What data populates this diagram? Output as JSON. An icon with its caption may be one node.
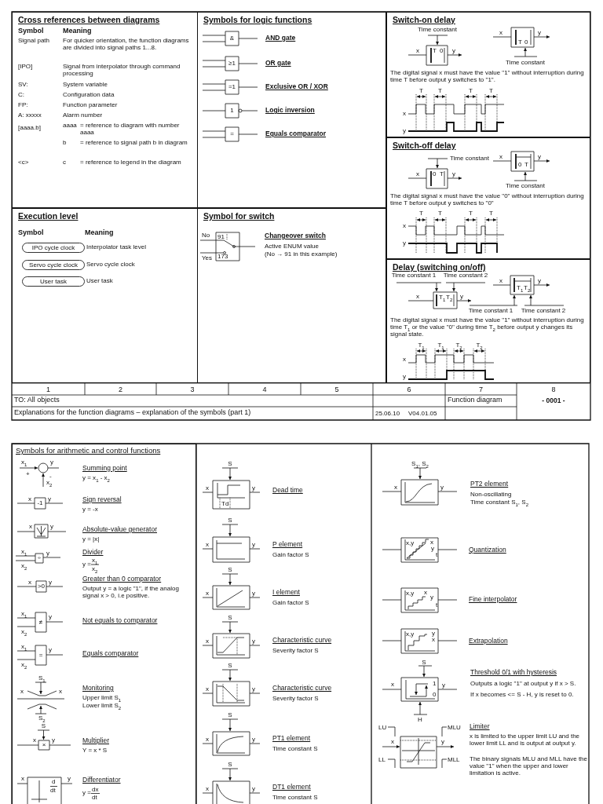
{
  "diagram": {
    "nodes": [
      {
        "text": [
          "Cross references between diagrams"
        ]
      },
      {
        "text": [
          "Symbols for logic functions"
        ]
      },
      {
        "text": [
          "Switch-on delay"
        ]
      },
      {
        "text": [
          "Switch-off delay"
        ]
      },
      {
        "text": [
          "Execution level"
        ]
      },
      {
        "text": [
          "Symbol for switch"
        ]
      },
      {
        "text": [
          "Delay (switching on/off)"
        ]
      },
      {
        "text": [
          "IPO cycle clock"
        ],
        "in": 4
      },
      {
        "text": [
          "Servo cycle clock"
        ],
        "in": 4
      },
      {
        "text": [
          "User task"
        ],
        "in": 4
      },
      {
        "text": [
          "Symbols for arithmetic and control functions"
        ]
      }
    ],
    "labels": [
      "Symbol",
      "Meaning",
      "Signal path",
      "For quicker orientation, the function diagrams are divided into signal paths 1...8.",
      "[IPO]",
      "Signal from interpolator through command processing",
      "SV:",
      "System variable",
      "C:",
      "Configuration data",
      "FP:",
      "Function parameter",
      "A: xxxxx",
      "Alarm number",
      "[aaaa.b]",
      "aaaa",
      "= reference to diagram with number aaaa",
      "b",
      "= reference to signal path b in diagram",
      "<c>",
      "c",
      "= reference to legend in the diagram",
      "&",
      "AND gate",
      "≥1",
      "OR gate",
      "=1",
      "Exclusive OR / XOR",
      "1",
      "Logic inversion",
      "=",
      "Equals comparator",
      "Time constant",
      "x",
      "T",
      "0",
      "y",
      "x",
      "T",
      "0",
      "y",
      "Time constant",
      "The digital signal x must have the value \"1\" without interruption during time T before output y switches to \"1\".",
      "T",
      "T",
      "T",
      "T",
      "x",
      "y",
      "Time constant",
      "x",
      "0",
      "T",
      "y",
      "x",
      "0",
      "T",
      "y",
      "Time constant",
      "The digital signal x must have the value \"0\" without interruption during time T before output y switches to \"0\"",
      "T",
      "T",
      "T",
      "T",
      "x",
      "y",
      "Time constant 1",
      "Time constant 2",
      "x",
      "T$_{1}$",
      "T$_{2}$",
      "y",
      "x",
      "T$_{1}$",
      "T$_{2}$",
      "y",
      "Time constant 1",
      "Time constant 2",
      "The digital signal x must have the value \"1\" without interruption during time T$_{1}$ or the value \"0\" during time T$_{2}$ before output y changes its signal state.",
      "T$_{1}$",
      "T$_{1}$",
      "T$_{2}$",
      "T$_{2}$",
      "x",
      "y",
      "Symbol",
      "Meaning",
      "Interpolator task level",
      "Servo cycle clock",
      "User task",
      "No",
      "91",
      "Yes",
      "173",
      "Changeover switch",
      "Active ENUM value",
      "(No → 91 in this example)",
      "1",
      "2",
      "3",
      "4",
      "5",
      "6",
      "7",
      "8",
      "TO: All objects",
      "Function diagram",
      "- 0001 -",
      "Explanations for the function diagrams – explanation of the symbols (part 1)",
      "25.06.10",
      "V04.01.05",
      "x$_{1}$",
      "y",
      "+",
      "-",
      "x$_{2}$",
      "Summing point",
      "y = x$_{1}$ - x$_{2}$",
      "x",
      "-1",
      "y",
      "Sign reversal",
      "y = -x",
      "x",
      "y",
      "Absolute-value generator",
      "y = |x|",
      "x$_{1}$",
      "÷",
      "y",
      "x$_{2}$",
      "Divider",
      "y =",
      "x$_{1}$",
      "x$_{2}$",
      "Greater than 0 comparator",
      "x",
      ">0",
      "y",
      "Output y = a logic \"1\", if the analog signal x > 0, i.e positive.",
      "x$_{1}$",
      "≠",
      "y",
      "x$_{2}$",
      "Not equals to comparator",
      "x$_{1}$",
      "=",
      "y",
      "x$_{2}$",
      "Equals comparator",
      "S$_{1}$",
      "x",
      "x",
      "S$_{2}$",
      "Monitoring",
      "Upper limit S$_{1}$",
      "Lower limit S$_{2}$",
      "S",
      "x",
      "×",
      "y",
      "Multiplier",
      "Y = x * S",
      "x",
      "d",
      "dt",
      "y",
      "Differentiator",
      "y =",
      "dx",
      "dt",
      "S",
      "x",
      "Td",
      "y",
      "Dead time",
      "S",
      "x",
      "y",
      "P element",
      "Gain factor S",
      "S",
      "x",
      "y",
      "I element",
      "Gain factor S",
      "S",
      "x",
      "y",
      "Characteristic curve",
      "Severity factor S",
      "S",
      "x",
      "y",
      "Characteristic curve",
      "Severity factor S",
      "S",
      "x",
      "y",
      "PT1 element",
      "Time constant S",
      "S",
      "x",
      "y",
      "DT1 element",
      "Time constant S",
      "S$_{1}$, S$_{2}$",
      "x",
      "y",
      "PT2 element",
      "Non-oscillating",
      "Time constant S$_{1}$, S$_{2}$",
      "x,y",
      "x",
      "y",
      "t",
      "Quantization",
      "x,y",
      "x",
      "y",
      "t",
      "Fine interpolator",
      "x,y",
      "y",
      "x",
      "Extrapolation",
      "S",
      "x",
      "1",
      "0",
      "y",
      "H",
      "Threshold 0/1 with hysteresis",
      "Outputs a logic \"1\" at output y if x > S.",
      "If x becomes <= S - H, y is reset to 0.",
      "LU",
      "MLU",
      "x",
      "y",
      "LL",
      "MLL",
      "Limiter",
      "x is limited to the upper limit LU and the lower limit LL and is output at output y.",
      "The binary signals MLU and MLL have the value \"1\" when the upper and lower limitation is active."
    ]
  }
}
